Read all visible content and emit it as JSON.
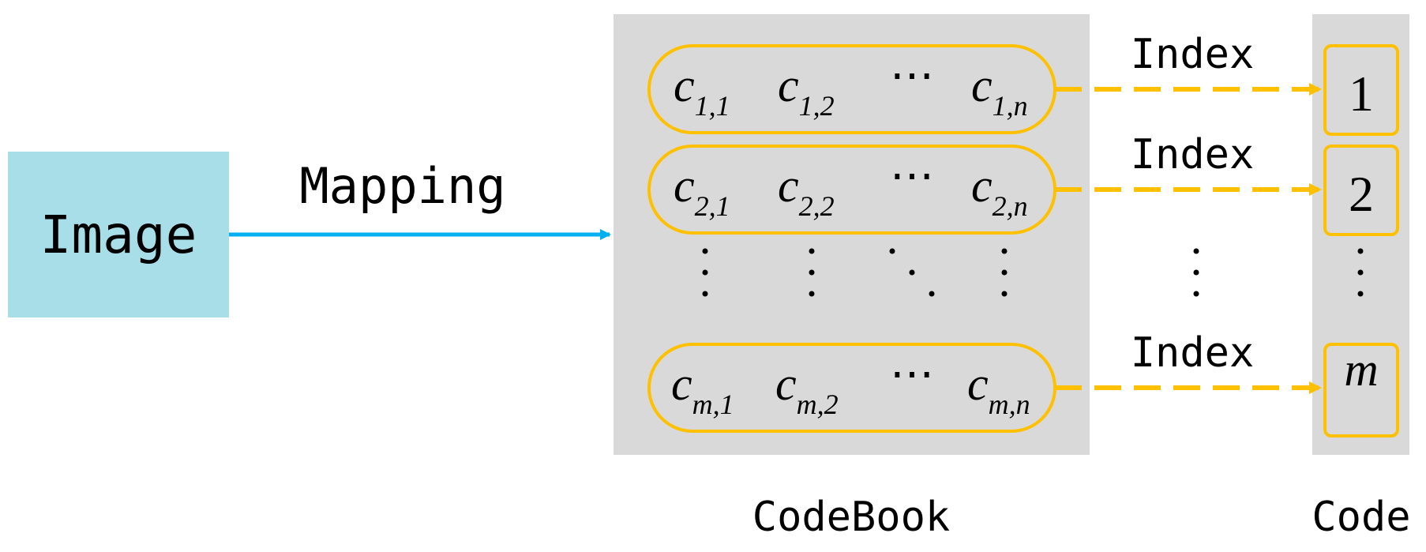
{
  "image_box": {
    "label": "Image",
    "fill": "#A8DEE8"
  },
  "mapping_label": "Mapping",
  "codebook": {
    "label": "CodeBook",
    "panel_fill": "#D9D9D9",
    "rows": [
      {
        "entries": [
          {
            "base": "c",
            "sub": "1,1"
          },
          {
            "base": "c",
            "sub": "1,2"
          },
          {
            "base": "c",
            "sub": "1,n"
          }
        ],
        "ellipsis": "⋯"
      },
      {
        "entries": [
          {
            "base": "c",
            "sub": "2,1"
          },
          {
            "base": "c",
            "sub": "2,2"
          },
          {
            "base": "c",
            "sub": "2,n"
          }
        ],
        "ellipsis": "⋯"
      },
      {
        "entries": [
          {
            "base": "c",
            "sub": "m,1"
          },
          {
            "base": "c",
            "sub": "m,2"
          },
          {
            "base": "c",
            "sub": "m,n"
          }
        ],
        "ellipsis": "⋯"
      }
    ]
  },
  "index_label": "Index",
  "code": {
    "label": "Code",
    "values": [
      "1",
      "2",
      "m"
    ]
  },
  "colors": {
    "row_outline": "#FFC000",
    "index_arrow": "#FFC000",
    "mapping_arrow": "#00B0F0",
    "text": "#000000"
  }
}
